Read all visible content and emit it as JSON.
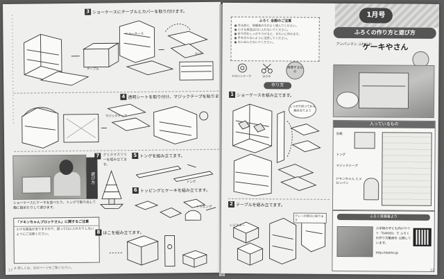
{
  "left_page": {
    "step3": {
      "num": "3",
      "caption": "ショーケースにテーブルとカバーを取り付けます。"
    },
    "step4": {
      "num": "4",
      "caption": "透明シートを取り付け、マジックテープを貼ります。"
    },
    "step5": {
      "num": "5",
      "caption": "トングを組み立てます。"
    },
    "step6": {
      "num": "6",
      "caption": "トッピングとケーキを組み立てます。"
    },
    "step7": {
      "num": "7",
      "caption": "クリスマスツリーを組み立てます。"
    },
    "step8": {
      "num": "8",
      "caption": "はこを組み立てます。"
    },
    "labels": {
      "showcase": "ショーケース",
      "table": "テーブル",
      "cover": "カバー",
      "magic_tape": "マジックテープ",
      "tong": "トング",
      "topping": "トッピング"
    },
    "play_tab": "遊び方",
    "play_text": "ショーケースにケーキを並べたり、トングで取り出して箱に詰めたりして遊びます。",
    "notice_title": "「ドキンちゃんプロッケさん」に関するご注意",
    "notice_text": "小さな部品がありますので、誤って口に入れたりしないようにご注意ください。",
    "footer": "※ 詳しくは、次のページをご覧ください。",
    "page_number": "17"
  },
  "right_page": {
    "month": "1月号",
    "main_title": "ふろくの作り方と遊び方",
    "series_small": "アンパンマン ふわふわ",
    "product_title": "ケーキやさん",
    "caution_title": "ふろく 全般のご注意",
    "caution_lines": [
      "● 作る前に、保護者の方がよく読んでください。",
      "● 小さな部品は口に入れないでください。",
      "● 折り目をしっかりつけると、きれいに作れます。",
      "● 手を切らないように注意してください。",
      "● 水にぬらさないでください。"
    ],
    "tools": [
      "セロハンテープ",
      "はさみ"
    ],
    "badge": "用意するもの",
    "howto": "作り方",
    "tip": "しっかり折ってから組み立てよう",
    "step1": {
      "num": "1",
      "caption": "ショーケースを組み立てます。"
    },
    "step2": {
      "num": "2",
      "caption": "テーブルを組み立てます。"
    },
    "step2_labels": {
      "left": "レジスター",
      "right": "グレーの部分に貼ります"
    },
    "inside": {
      "header": "入っているもの",
      "items": [
        "台紙",
        "トング",
        "マジックテープ",
        "ドキンちゃん とメロンパン"
      ]
    },
    "qr": {
      "header": "ふろく投稿者より",
      "text": "小学館の子ども向けサイト「DAKKO」で ふろくの作り方動画を 公開しています。",
      "url": "http://dakko.jp"
    },
    "page_number": "18"
  }
}
